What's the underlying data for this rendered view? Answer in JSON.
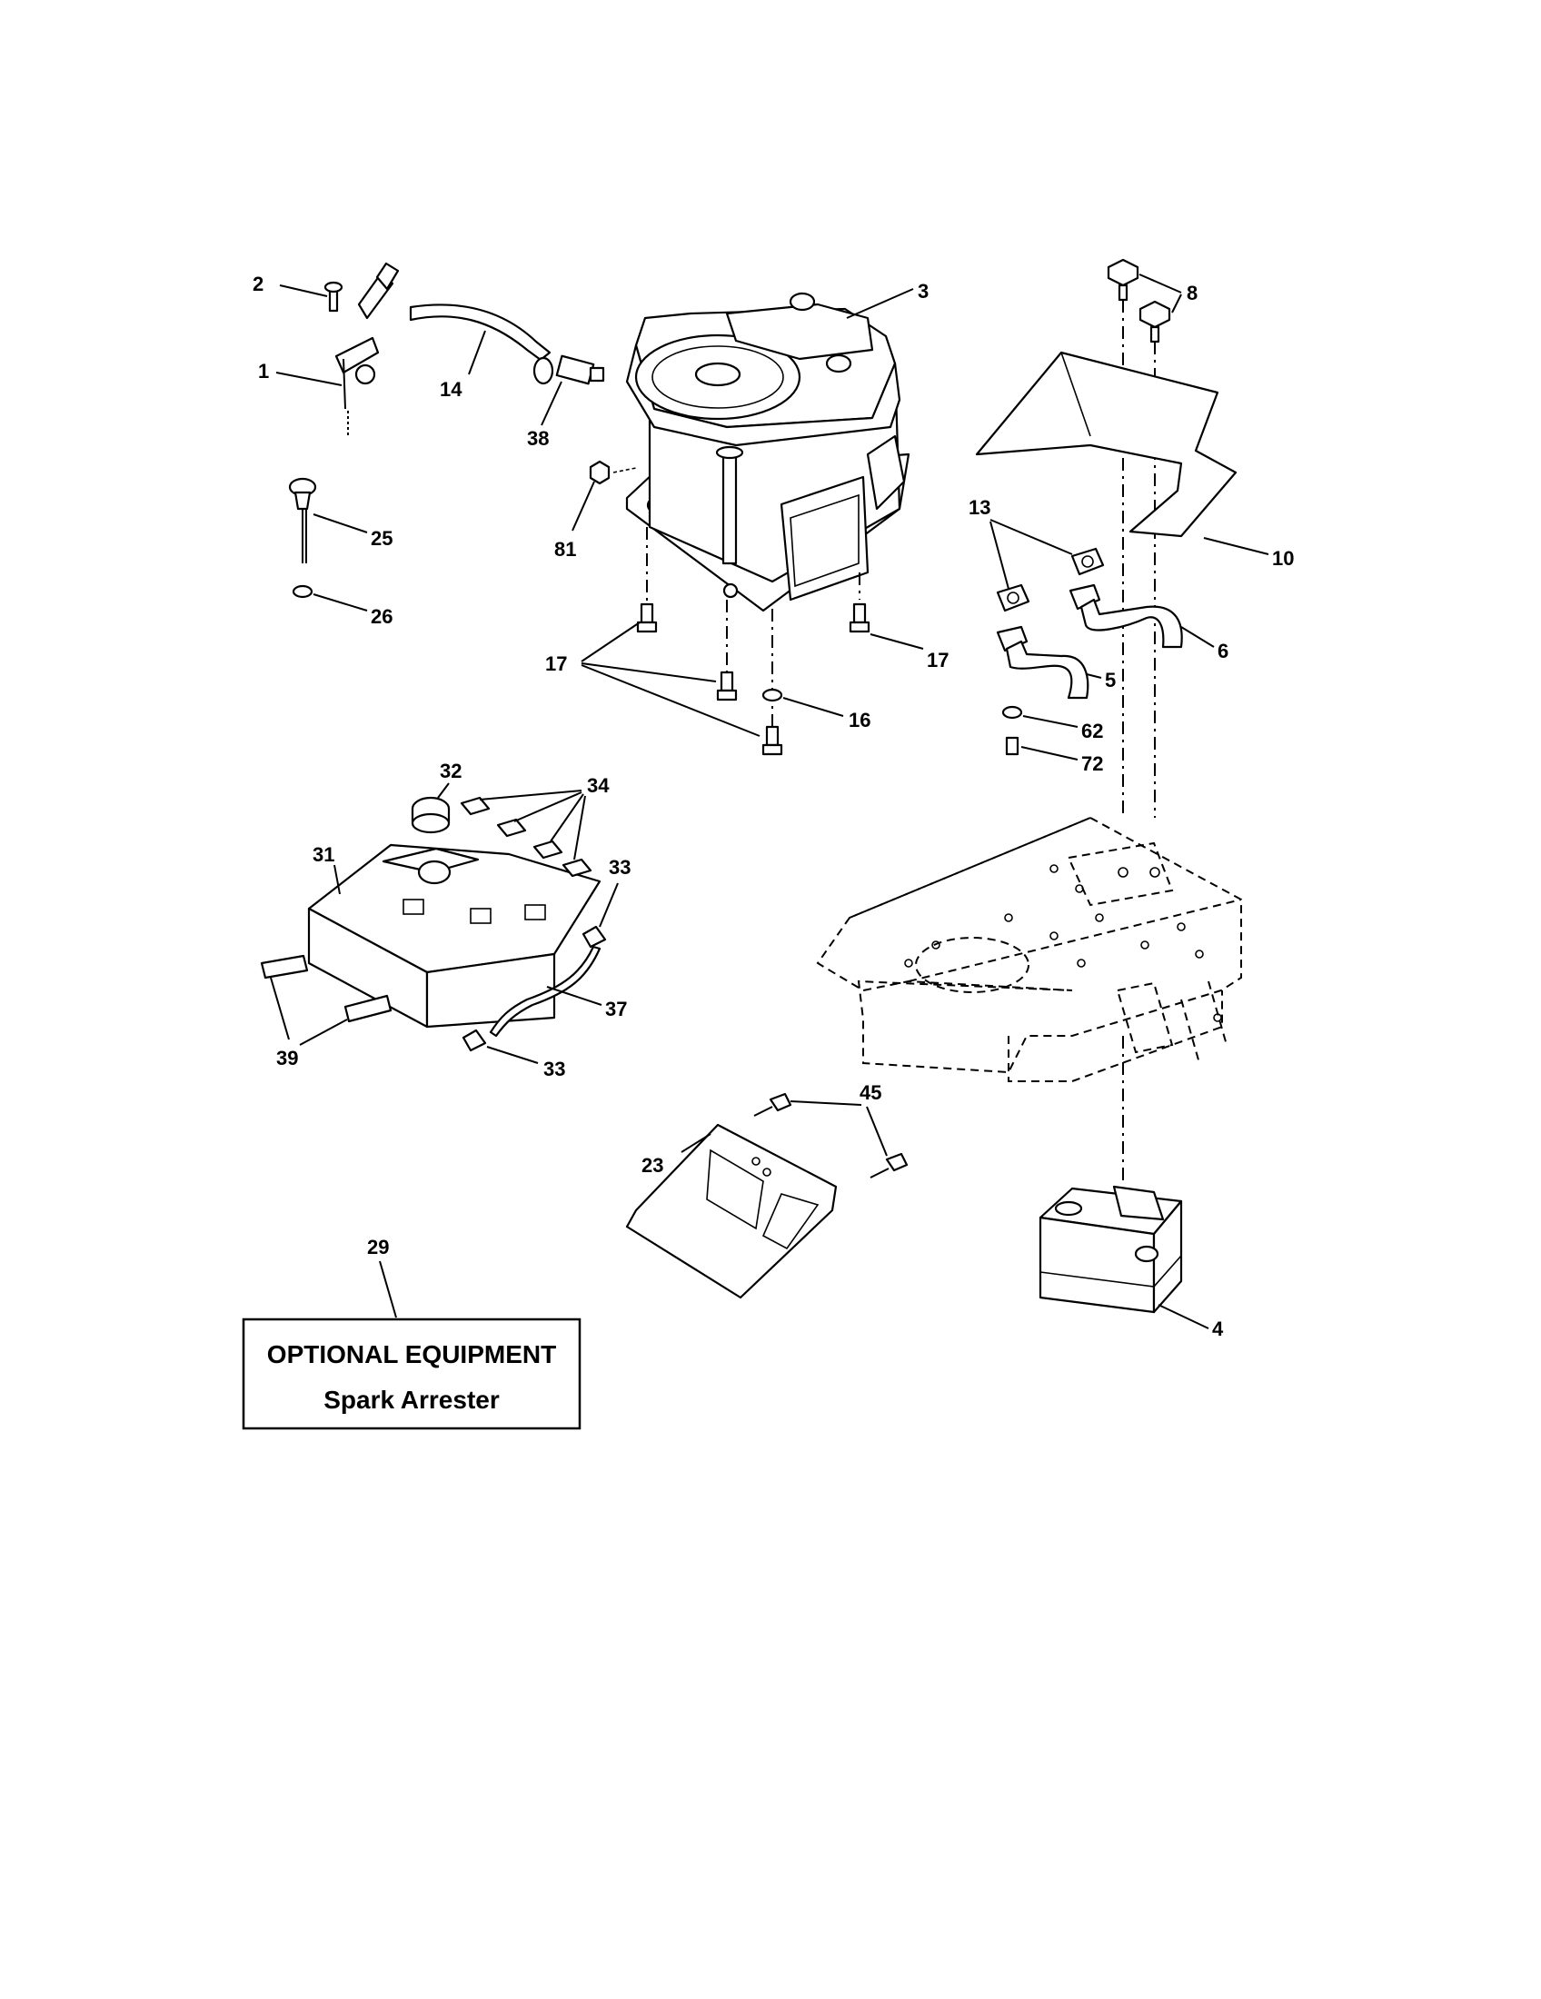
{
  "labels": {
    "l1": "1",
    "l2": "2",
    "l3": "3",
    "l4": "4",
    "l5": "5",
    "l6": "6",
    "l8": "8",
    "l10": "10",
    "l13": "13",
    "l14": "14",
    "l16": "16",
    "l17a": "17",
    "l17b": "17",
    "l23": "23",
    "l25": "25",
    "l26": "26",
    "l29": "29",
    "l31": "31",
    "l32": "32",
    "l33a": "33",
    "l33b": "33",
    "l34": "34",
    "l37": "37",
    "l38": "38",
    "l39": "39",
    "l45": "45",
    "l62": "62",
    "l72": "72",
    "l81": "81"
  },
  "optional_box": {
    "title": "OPTIONAL EQUIPMENT",
    "subtitle": "Spark Arrester"
  }
}
